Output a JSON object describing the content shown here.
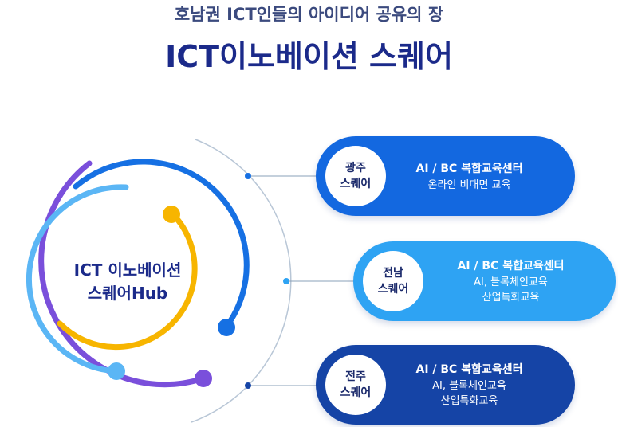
{
  "header": {
    "subtitle": "호남권 ICT인들의 아이디어 공유의 장",
    "title": "ICT이노베이션 스퀘어"
  },
  "hub": {
    "line1": "ICT 이노베이션",
    "line2": "스퀘어Hub"
  },
  "centers": [
    {
      "name_line1": "광주",
      "name_line2": "스퀘어",
      "heading": "AI / BC 복합교육센터",
      "desc_line1": "온라인 비대면 교육",
      "desc_line2": ""
    },
    {
      "name_line1": "전남",
      "name_line2": "스퀘어",
      "heading": "AI / BC 복합교육센터",
      "desc_line1": "AI, 블록체인교육",
      "desc_line2": "산업특화교육"
    },
    {
      "name_line1": "전주",
      "name_line2": "스퀘어",
      "heading": "AI / BC 복합교육센터",
      "desc_line1": "AI, 블록체인교육",
      "desc_line2": "산업특화교육"
    }
  ],
  "colors": {
    "title": "#1b2a8a",
    "subtitle": "#3b4a7e",
    "ring_purple": "#7a4fdb",
    "ring_light_blue": "#5bb6f5",
    "ring_blue": "#1670e3",
    "ring_yellow": "#f7b500",
    "card_gwangju": "#1368e0",
    "card_jeonnam": "#2ea3f3",
    "card_jeonju": "#1544a6"
  }
}
